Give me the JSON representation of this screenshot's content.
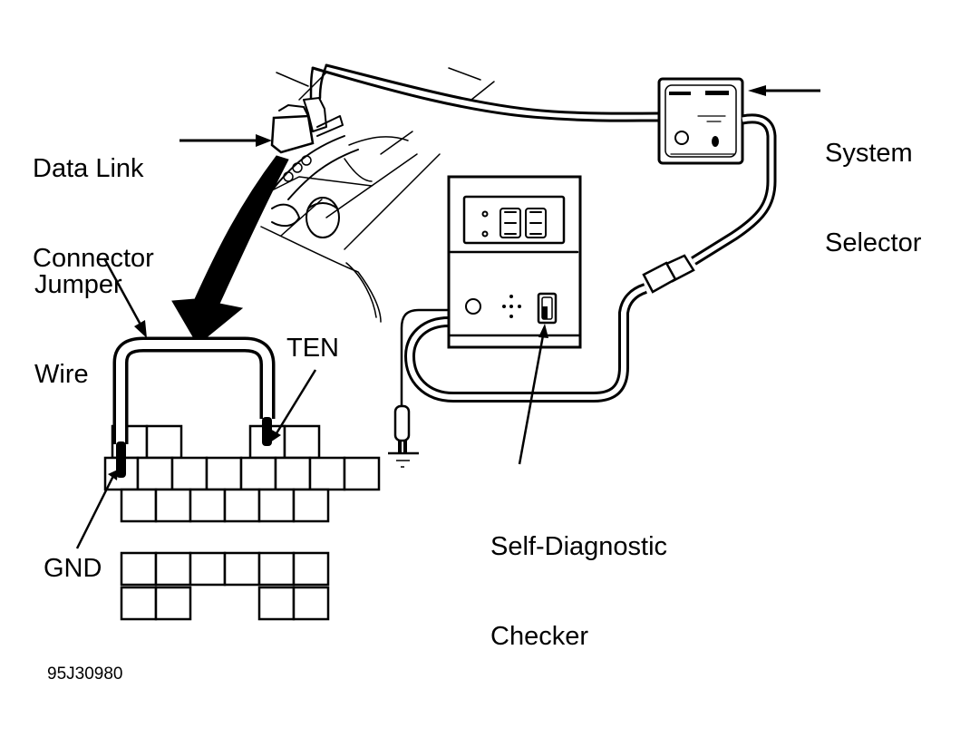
{
  "figure": {
    "id_code": "95J30980",
    "ink_color": "#000000",
    "background_color": "#ffffff"
  },
  "labels": {
    "data_link_connector": {
      "line1": "Data Link",
      "line2": "Connector"
    },
    "jumper_wire": {
      "line1": "Jumper",
      "line2": "Wire"
    },
    "ten_terminal": "TEN",
    "gnd_terminal": "GND",
    "system_selector": {
      "line1": "System",
      "line2": "Selector"
    },
    "self_diagnostic_checker": {
      "line1": "Self-Diagnostic",
      "line2": "Checker"
    }
  },
  "connector": {
    "upper_row_top_cells": 4,
    "middle_row_cells": 8,
    "bottom_row_cells": 6,
    "lower_block_top_cells": 6,
    "lower_block_bottom_cells": 4
  }
}
